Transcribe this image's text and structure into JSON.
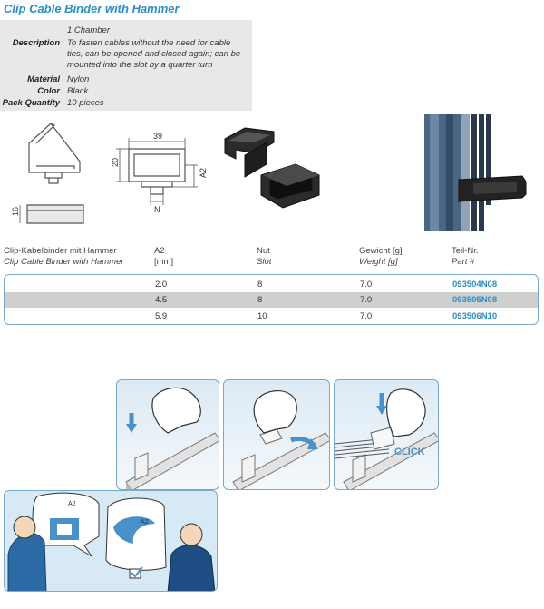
{
  "title": "Clip Cable Binder with Hammer",
  "specs": [
    {
      "label": "",
      "value": "1 Chamber"
    },
    {
      "label": "Description",
      "value": "To fasten cables without the need for cable ties, can be opened and closed again; can be mounted into the slot by a quarter turn"
    },
    {
      "label": "Material",
      "value": "Nylon"
    },
    {
      "label": "Color",
      "value": "Black"
    },
    {
      "label": "Pack Quantity",
      "value": "10 pieces"
    }
  ],
  "drawing": {
    "dim_width": "39",
    "dim_height": "20",
    "dim_a2": "A2",
    "dim_n": "N",
    "dim_side": "16"
  },
  "table": {
    "headers": [
      {
        "de": "Clip-Kabelbinder mit Hammer",
        "en": "Clip Cable Binder with Hammer"
      },
      {
        "de": "A2",
        "en": "[mm]"
      },
      {
        "de": "Nut",
        "en": "Slot"
      },
      {
        "de": "Gewicht [g]",
        "en": "Weight [g]"
      },
      {
        "de": "Teil-Nr.",
        "en": "Part #"
      }
    ],
    "rows": [
      {
        "a2": "2.0",
        "slot": "8",
        "weight": "7.0",
        "part": "093504N08"
      },
      {
        "a2": "4.5",
        "slot": "8",
        "weight": "7.0",
        "part": "093505N08"
      },
      {
        "a2": "5.9",
        "slot": "10",
        "weight": "7.0",
        "part": "093506N10"
      }
    ]
  },
  "steps": {
    "click_text": "CLICK"
  },
  "callout": {
    "a2_label_1": "A2",
    "a2_label_2": "A2"
  },
  "colors": {
    "accent": "#2d8ec4",
    "panel_border": "#7aa9c9",
    "row_alt": "#cfcfcf",
    "spec_bg": "#e8e8e8"
  }
}
